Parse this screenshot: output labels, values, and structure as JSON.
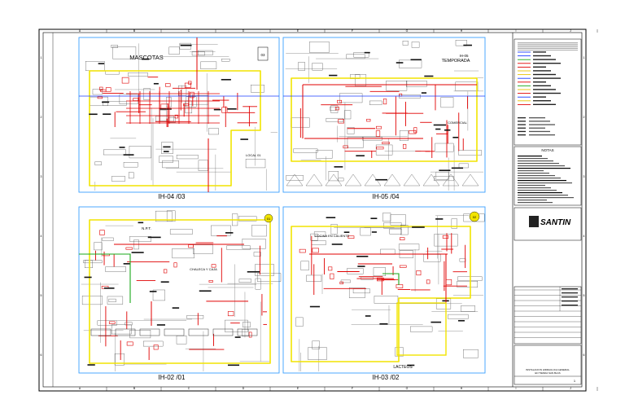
{
  "sheet": {
    "grid_columns": [
      "A",
      "B",
      "C",
      "D",
      "E",
      "F",
      "G",
      "H",
      "I",
      "J"
    ],
    "grid_rows": [
      "1",
      "2",
      "3",
      "4",
      "5",
      "6"
    ]
  },
  "views": [
    {
      "caption": "IH-04 /03",
      "room_labels": [
        "MASCOTAS",
        "LOCAL 01"
      ],
      "tag": "03"
    },
    {
      "caption": "IH-05 /04",
      "room_labels": [
        "TEMPORADA",
        "COMERCIAL"
      ],
      "tag": "IH-05"
    },
    {
      "caption": "IH-02 /01",
      "room_labels": [
        "CHALECA Y CAJA",
        "N.P.T."
      ],
      "tag": "01"
    },
    {
      "caption": "IH-03 /02",
      "room_labels": [
        "COCINA EN CALIENTE",
        "LACTEOS"
      ],
      "tag": "02"
    }
  ],
  "title_block": {
    "legend_header": "NOTAS",
    "logo_text": "SANTIN",
    "project_lines": [
      "INSTALACION HIDRAULICA GENERAL",
      "EN TIENDA SAN BLAS"
    ],
    "sheet_number": "1"
  },
  "colors": {
    "frame": "#000000",
    "viewport": "#3aa0ff",
    "boundary": "#f2e400",
    "pipe_red": "#e00000",
    "pipe_green": "#1aa81a",
    "pipe_blue": "#1a3cff",
    "linework": "#444444"
  }
}
